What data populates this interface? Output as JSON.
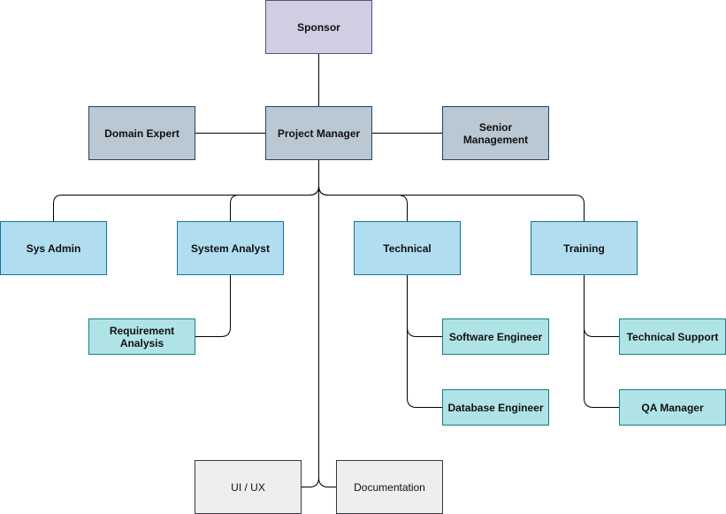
{
  "nodes": [
    {
      "id": "sponsor",
      "label": "Sponsor",
      "style": "purple"
    },
    {
      "id": "domain-expert",
      "label": "Domain Expert",
      "style": "slate"
    },
    {
      "id": "project-manager",
      "label": "Project Manager",
      "style": "slate"
    },
    {
      "id": "senior-management",
      "label": "Senior Management",
      "style": "slate"
    },
    {
      "id": "sys-admin",
      "label": "Sys Admin",
      "style": "blue"
    },
    {
      "id": "system-analyst",
      "label": "System Analyst",
      "style": "blue"
    },
    {
      "id": "technical",
      "label": "Technical",
      "style": "blue"
    },
    {
      "id": "training",
      "label": "Training",
      "style": "blue"
    },
    {
      "id": "requirement-analysis",
      "label": "Requirement Analysis",
      "style": "teal"
    },
    {
      "id": "software-engineer",
      "label": "Software Engineer",
      "style": "teal"
    },
    {
      "id": "database-engineer",
      "label": "Database Engineer",
      "style": "teal"
    },
    {
      "id": "technical-support",
      "label": "Technical Support",
      "style": "teal"
    },
    {
      "id": "qa-manager",
      "label": "QA Manager",
      "style": "teal"
    },
    {
      "id": "ui-ux",
      "label": "UI / UX",
      "style": "gray"
    },
    {
      "id": "documentation",
      "label": "Documentation",
      "style": "gray"
    }
  ],
  "edges": [
    [
      "sponsor",
      "project-manager"
    ],
    [
      "project-manager",
      "domain-expert"
    ],
    [
      "project-manager",
      "senior-management"
    ],
    [
      "project-manager",
      "sys-admin"
    ],
    [
      "project-manager",
      "system-analyst"
    ],
    [
      "project-manager",
      "technical"
    ],
    [
      "project-manager",
      "training"
    ],
    [
      "project-manager",
      "ui-ux"
    ],
    [
      "project-manager",
      "documentation"
    ],
    [
      "system-analyst",
      "requirement-analysis"
    ],
    [
      "technical",
      "software-engineer"
    ],
    [
      "technical",
      "database-engineer"
    ],
    [
      "training",
      "technical-support"
    ],
    [
      "training",
      "qa-manager"
    ]
  ],
  "colors": {
    "purple": "#d0cee2",
    "slate": "#bac8d3",
    "blue": "#b1ddf0",
    "teal": "#b0e3e6",
    "gray": "#eeeeee",
    "line": "#000000"
  }
}
